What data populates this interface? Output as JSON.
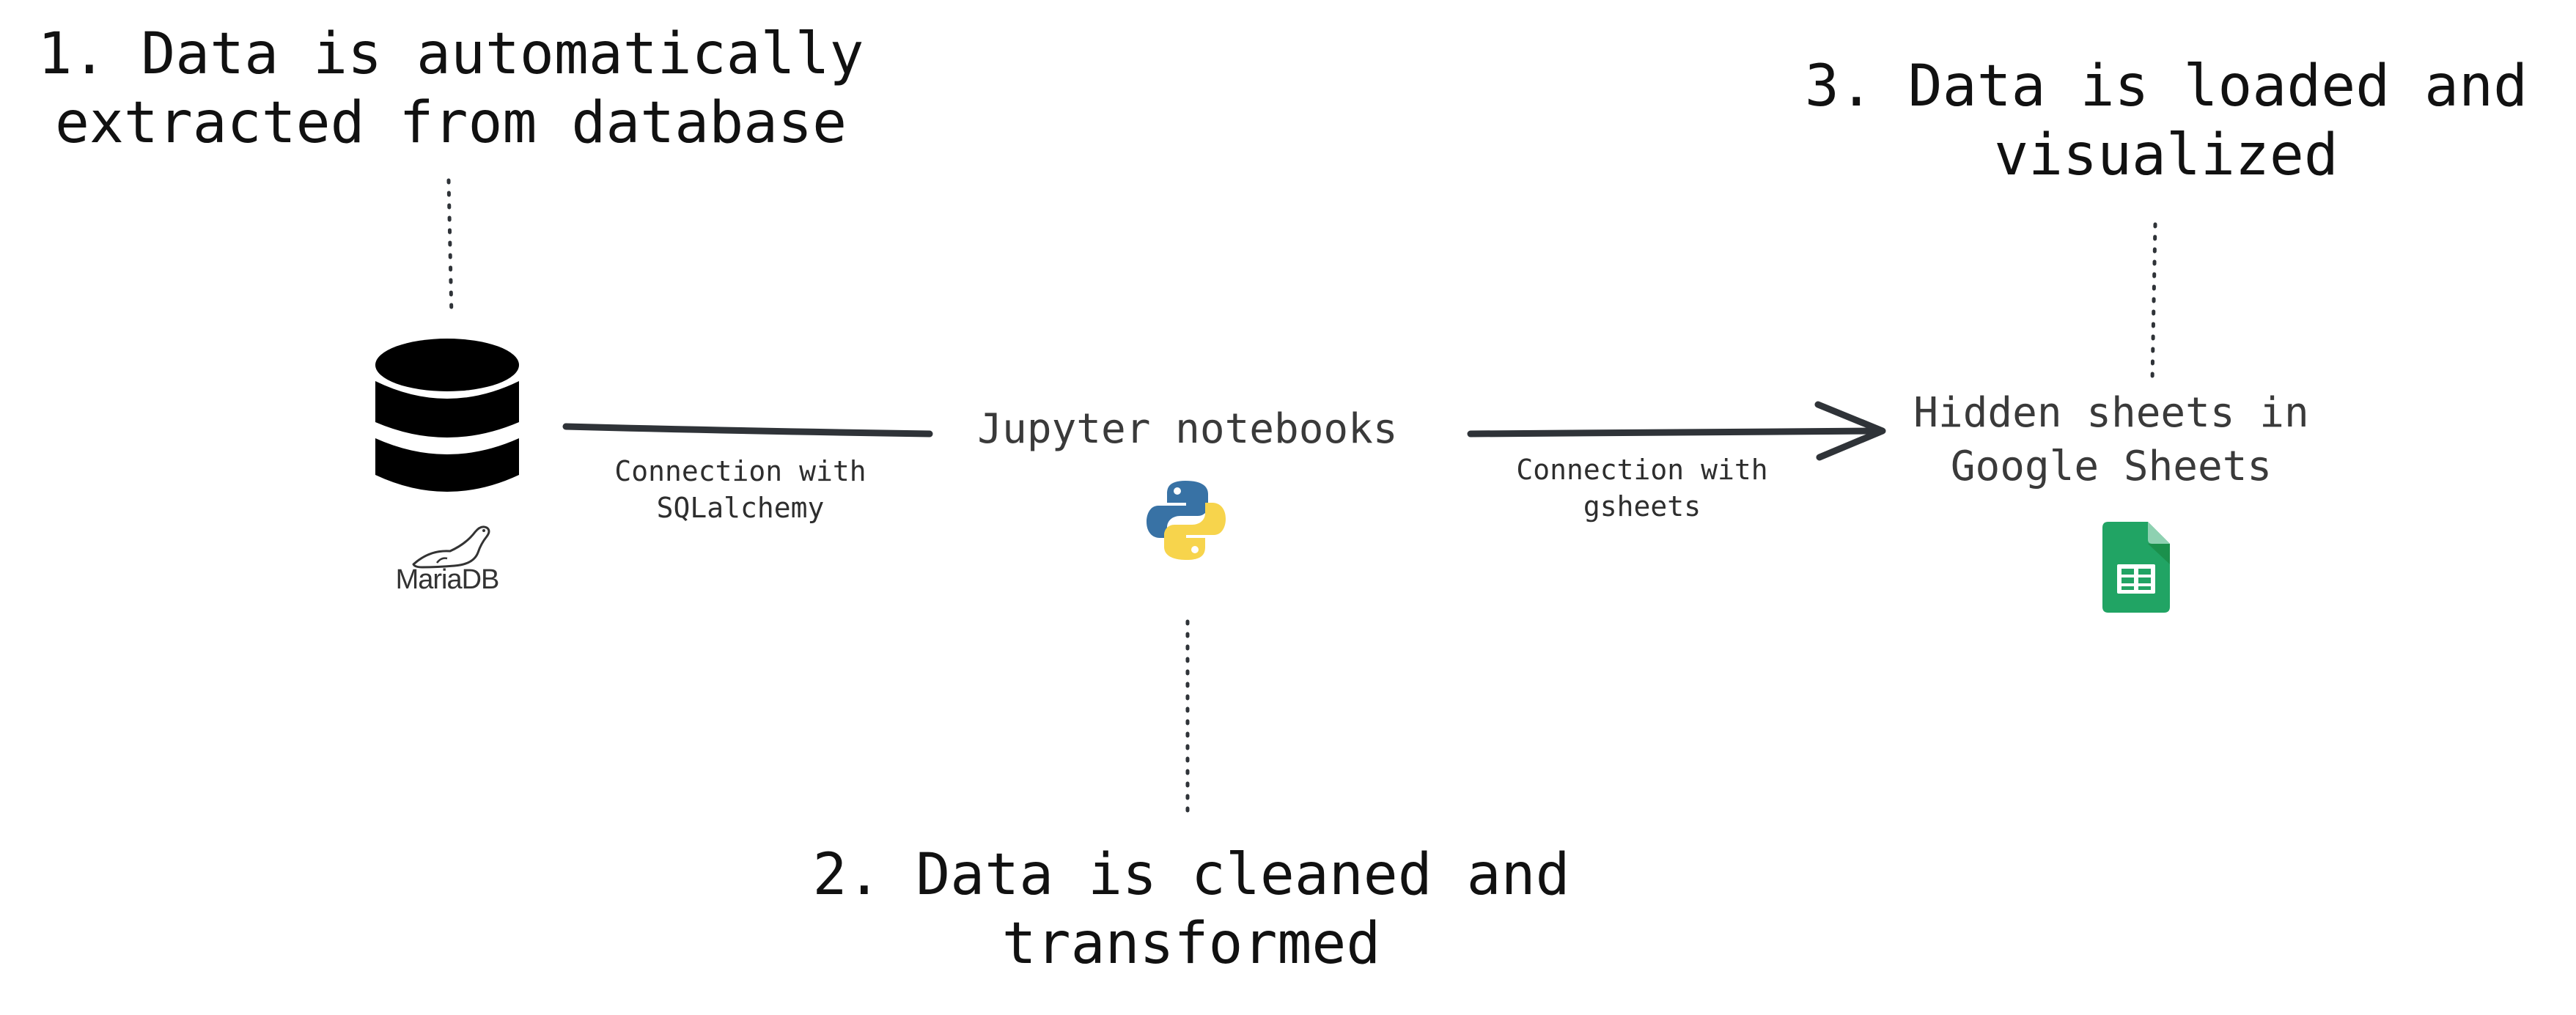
{
  "steps": {
    "extract": {
      "line1": "1. Data is automatically",
      "line2": "extracted from database"
    },
    "transform": {
      "line1": "2. Data is cleaned and",
      "line2": "transformed"
    },
    "load": {
      "line1": "3. Data is loaded and",
      "line2": "visualized"
    }
  },
  "nodes": {
    "database": {
      "icon": "database-icon",
      "logo_text": "MariaDB",
      "logo_icon": "seal-icon"
    },
    "jupyter": {
      "label": "Jupyter notebooks",
      "icon": "python-icon"
    },
    "sheets": {
      "line1": "Hidden sheets in",
      "line2": "Google Sheets",
      "icon": "google-sheets-icon"
    }
  },
  "edges": {
    "db_to_jupyter": {
      "line1": "Connection with",
      "line2": "SQLalchemy"
    },
    "jupyter_to_sheets": {
      "line1": "Connection with",
      "line2": "gsheets"
    }
  },
  "colors": {
    "text": "#111111",
    "connector": "#2f3338",
    "python_blue": "#3872a5",
    "python_yellow": "#f7d44c",
    "sheets_green": "#21a464",
    "sheets_dark": "#188038"
  }
}
